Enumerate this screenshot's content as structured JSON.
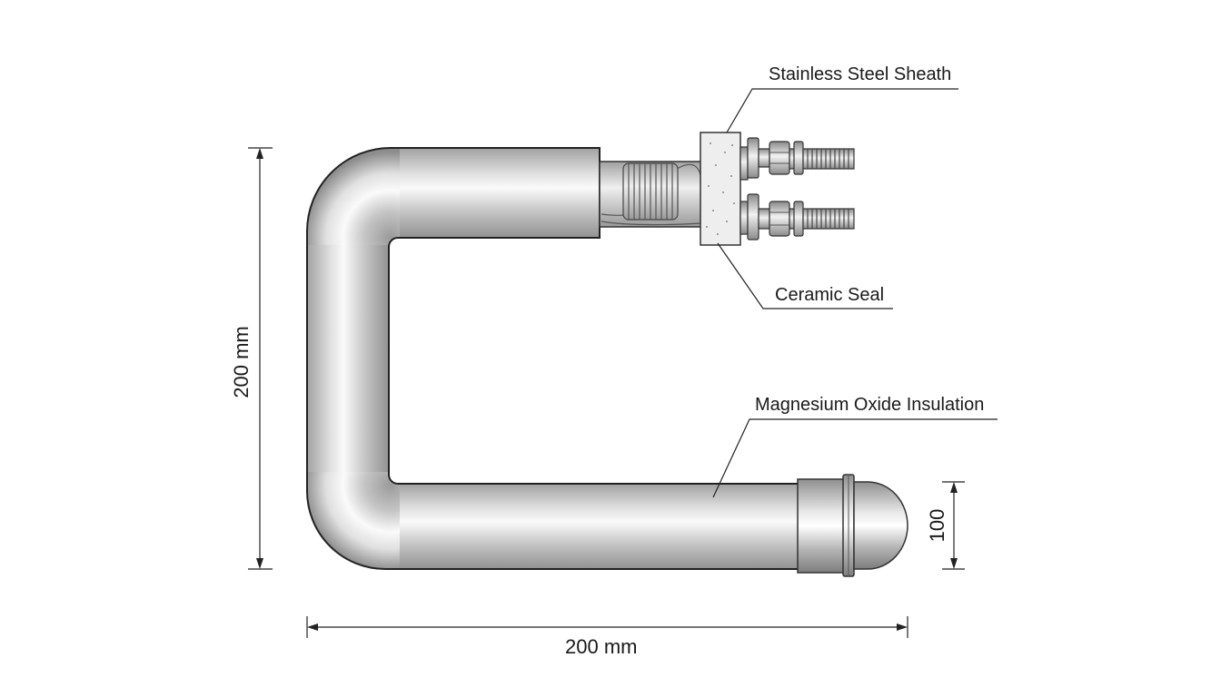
{
  "labels": {
    "sheath": "Stainless Steel Sheath",
    "seal": "Ceramic Seal",
    "insulation": "Magnesium Oxide Insulation"
  },
  "dimensions": {
    "height": "200 mm",
    "width": "200 mm",
    "end_diameter": "100"
  },
  "colors": {
    "line": "#1a1a1a",
    "metal_light": "#f4f4f4",
    "metal_mid": "#c9c9c9",
    "metal_dark": "#8f8f8f",
    "ceramic": "#eeeeee"
  }
}
